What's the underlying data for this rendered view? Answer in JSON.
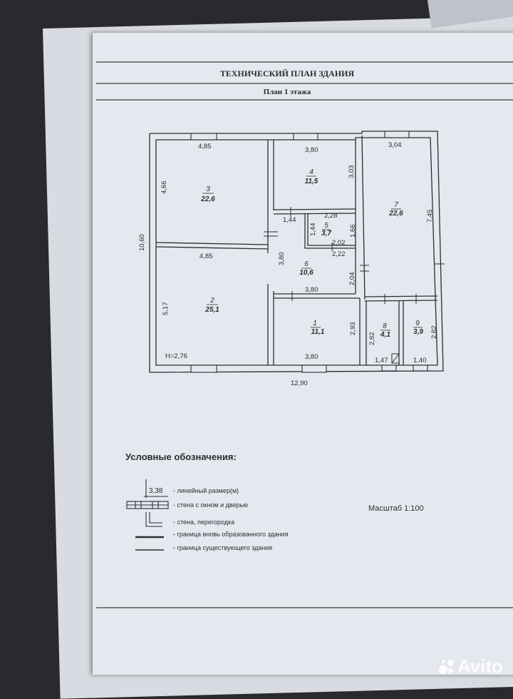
{
  "document": {
    "title": "ТЕХНИЧЕСКИЙ ПЛАН ЗДАНИЯ",
    "subtitle": "План 1 этажа"
  },
  "plan": {
    "rooms": [
      {
        "number": "1",
        "area": "11,1"
      },
      {
        "number": "2",
        "area": "25,1"
      },
      {
        "number": "3",
        "area": "22,6"
      },
      {
        "number": "4",
        "area": "11,5"
      },
      {
        "number": "5",
        "area": "3,7"
      },
      {
        "number": "6",
        "area": "10,6"
      },
      {
        "number": "7",
        "area": "22,6"
      },
      {
        "number": "8",
        "area": "4,1"
      },
      {
        "number": "9",
        "area": "3,9"
      }
    ],
    "dimensions": {
      "r3_top": "4,85",
      "r3_left": "4,66",
      "r4_top": "3,80",
      "r4_right": "3,03",
      "r7_top": "3,04",
      "r7_right": "7,45",
      "r5_top": "2,28",
      "r5_left": "1,44",
      "r5_right": "1,66",
      "r5_bottom": "2,02",
      "c_144": "1,44",
      "c_222": "2,22",
      "r6_left": "3,80",
      "r6_right": "2,04",
      "r6_bottom": "3,80",
      "r2_top": "4,85",
      "r2_left": "5,17",
      "height": "H=2,76",
      "r1_right": "2,93",
      "r1_bottom": "3,80",
      "r8_left": "2,82",
      "r8_bottom": "1,47",
      "r9_right": "2,82",
      "r9_bottom": "1,40",
      "overall_width": "12,90",
      "overall_height": "10,60"
    }
  },
  "legend": {
    "title": "Условные обозначения:",
    "items": [
      {
        "symbol": "3,38",
        "label": "- линейный размер(м)"
      },
      {
        "label": "- стена с окном и дверью"
      },
      {
        "label": "- стена, перегородка"
      },
      {
        "label": "- граница вновь образованного здания"
      },
      {
        "label": "- граница существующего здания"
      }
    ],
    "scale": "Масштаб 1:100"
  },
  "watermark": {
    "text": "Avito"
  },
  "colors": {
    "ink": "#2c2d33",
    "paper": "#e6e8ef",
    "background": "#2a2a2e"
  }
}
